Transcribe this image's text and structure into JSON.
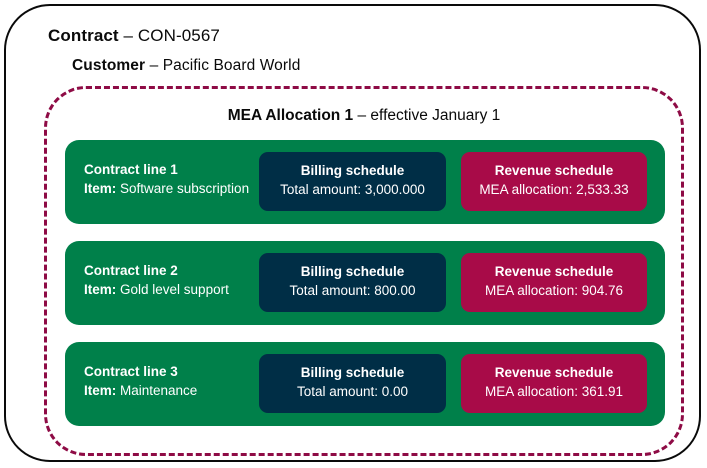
{
  "contract": {
    "label": "Contract",
    "separator": " – ",
    "value": "CON-0567"
  },
  "customer": {
    "label": "Customer",
    "separator": " – ",
    "value": "Pacific Board World"
  },
  "allocation": {
    "label": "MEA Allocation 1",
    "separator": " – ",
    "value": "effective January 1"
  },
  "contract_lines": [
    {
      "name": "Contract line 1",
      "item_label": "Item:",
      "item_value": " Software subscription",
      "billing": {
        "title": "Billing schedule",
        "value": "Total amount: 3,000.000"
      },
      "revenue": {
        "title": "Revenue schedule",
        "value": "MEA allocation: 2,533.33"
      }
    },
    {
      "name": "Contract line 2",
      "item_label": "Item:",
      "item_value": " Gold level support",
      "billing": {
        "title": "Billing schedule",
        "value": "Total amount: 800.00"
      },
      "revenue": {
        "title": "Revenue schedule",
        "value": "MEA allocation: 904.76"
      }
    },
    {
      "name": "Contract line 3",
      "item_label": "Item:",
      "item_value": " Maintenance",
      "billing": {
        "title": "Billing schedule",
        "value": "Total amount: 0.00"
      },
      "revenue": {
        "title": "Revenue schedule",
        "value": "MEA allocation: 361.91"
      }
    }
  ],
  "colors": {
    "contract_border": "#0a0a0a",
    "allocation_border": "#8E0B45",
    "line_card": "#00804A",
    "billing_box": "#002E46",
    "revenue_box": "#A80B48",
    "text_on_dark": "#ffffff",
    "text_on_light": "#0a0a0a"
  }
}
